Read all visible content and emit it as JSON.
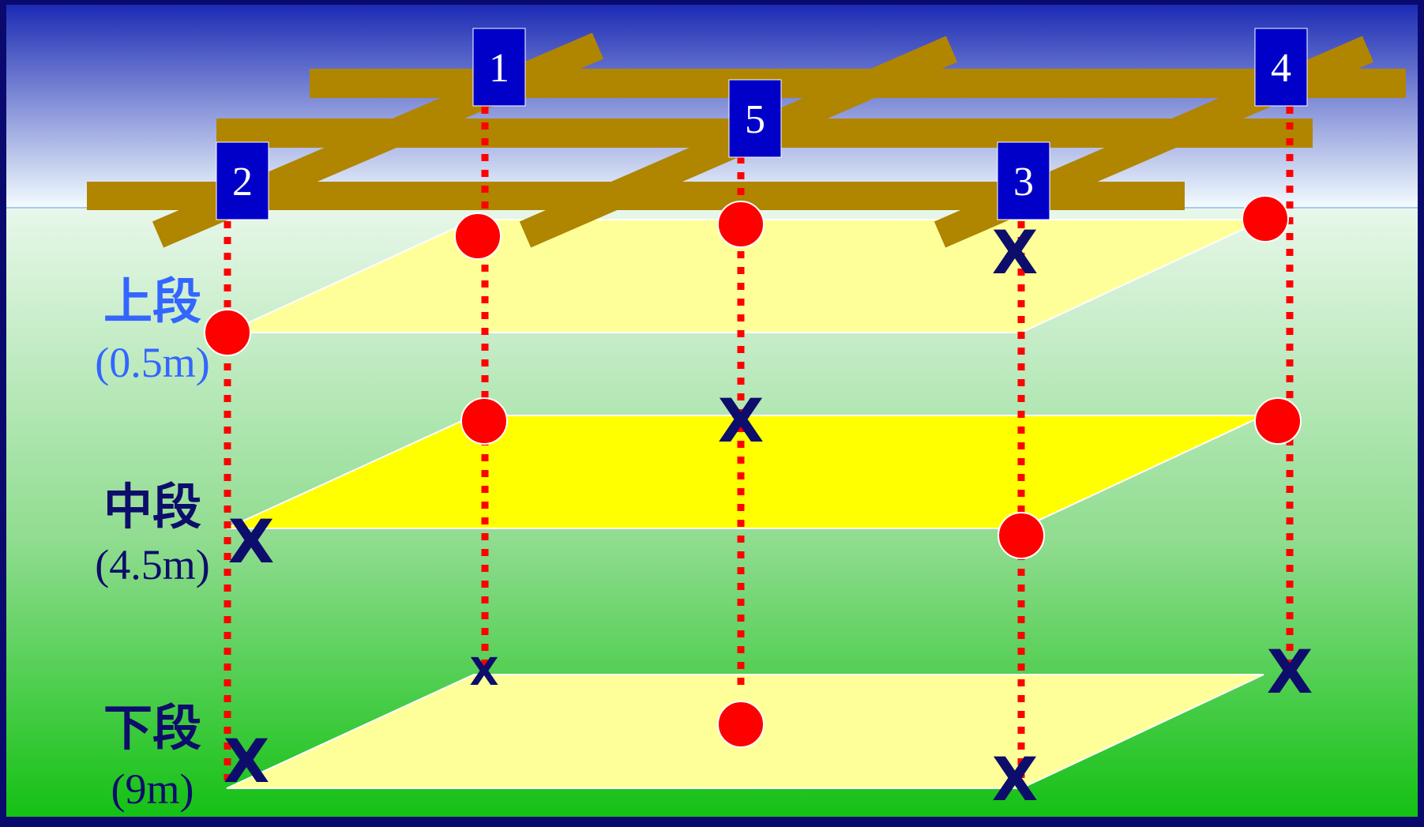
{
  "colors": {
    "frame": "#0a0a6e",
    "sky_top": "#1c2bb4",
    "sky_bottom": "#f2fbfe",
    "water_top": "#e8f7ea",
    "water_bottom": "#14c114",
    "raft": "#b08500",
    "upper_plane": "#ffff99",
    "middle_plane": "#ffff00",
    "lower_plane": "#ffff99",
    "dotted_line": "#ff0000",
    "dot": "#ff0000",
    "x_mark": "#0d0d6b",
    "label_box": "#0000c8",
    "upper_text": "#3366ff",
    "dark_text": "#0d0d6b"
  },
  "layers": [
    {
      "name": "上段",
      "depth": "(0.5m)",
      "style": "upper"
    },
    {
      "name": "中段",
      "depth": "(4.5m)",
      "style": "middle"
    },
    {
      "name": "下段",
      "depth": "(9m)",
      "style": "lower"
    }
  ],
  "positions": [
    {
      "label": "1",
      "results": [
        "dot",
        "dot",
        "x"
      ]
    },
    {
      "label": "5",
      "results": [
        "dot",
        "x",
        "dot"
      ]
    },
    {
      "label": "4",
      "results": [
        "dot",
        "dot",
        "x"
      ]
    },
    {
      "label": "2",
      "results": [
        "dot",
        "x",
        "x"
      ]
    },
    {
      "label": "3",
      "results": [
        "x",
        "dot",
        "x"
      ]
    }
  ],
  "icons": {
    "present": "red-dot-icon",
    "absent": "x-mark-icon"
  }
}
